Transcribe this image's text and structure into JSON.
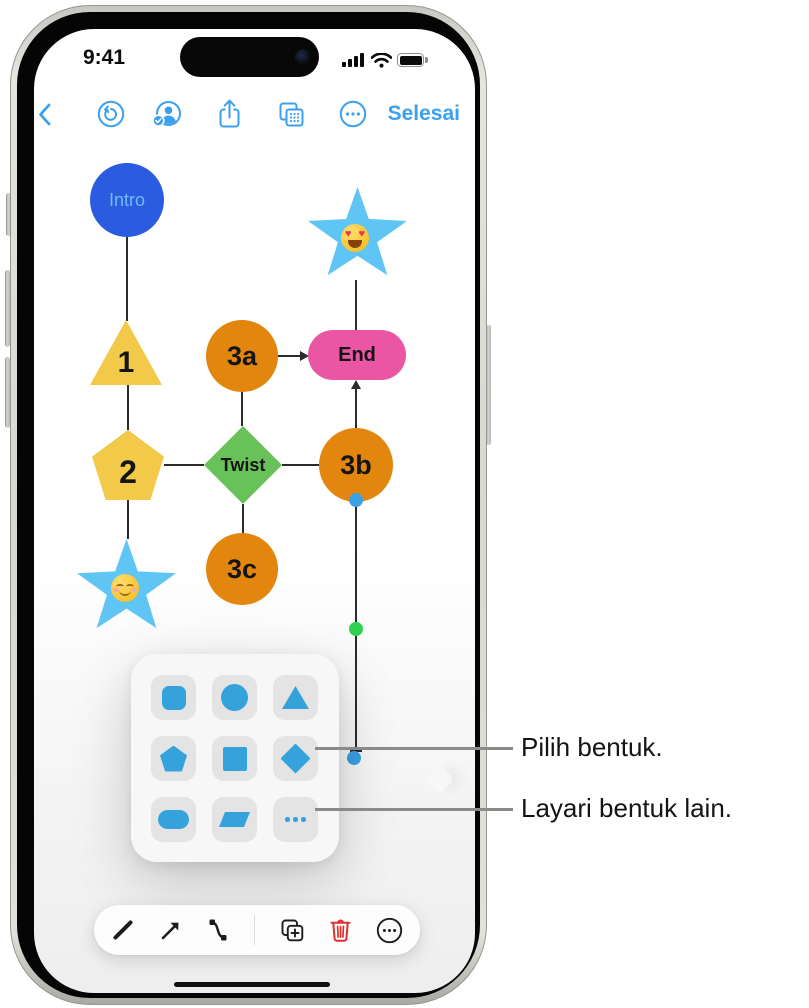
{
  "status_bar": {
    "time": "9:41"
  },
  "top_toolbar": {
    "tint_color": "#3BA1EF",
    "back_icon": "chevron-left",
    "undo_icon": "undo-arrow",
    "collaborate_icon": "person-checkmark",
    "share_icon": "share-square-arrow",
    "boards_icon": "duplicate-grid",
    "more_icon": "ellipsis-circle",
    "done_label": "Selesai"
  },
  "diagram": {
    "line_color": "#2b2b2b",
    "nodes": [
      {
        "label": "Intro",
        "shape": "circle",
        "fill": "#2A5BE0",
        "label_color": "#6FBCF4"
      },
      {
        "label": "",
        "emoji": "😍",
        "emoji_name": "heart-eyes",
        "shape": "star",
        "fill": "#5EC5F4"
      },
      {
        "label": "1",
        "shape": "triangle",
        "fill": "#F3C94A"
      },
      {
        "label": "3a",
        "shape": "circle",
        "fill": "#E2860D"
      },
      {
        "label": "End",
        "shape": "rounded-rectangle",
        "fill": "#EA55A4"
      },
      {
        "label": "2",
        "shape": "pentagon",
        "fill": "#F3C94A"
      },
      {
        "label": "Twist",
        "shape": "diamond",
        "fill": "#69C159"
      },
      {
        "label": "3b",
        "shape": "circle",
        "fill": "#E2860D"
      },
      {
        "label": "3c",
        "shape": "circle",
        "fill": "#E2860D"
      },
      {
        "label": "",
        "emoji": "☺️",
        "emoji_name": "smiling-face",
        "shape": "star",
        "fill": "#5EC5F4"
      }
    ],
    "connection_handles": {
      "endpoint_color": "#3B9FE0",
      "midpoint_color": "#2FD14E"
    }
  },
  "shape_picker": {
    "shape_color": "#36A2DB",
    "shapes": [
      "rounded-square",
      "circle",
      "triangle",
      "pentagon",
      "square",
      "diamond",
      "pill",
      "parallelogram",
      "more-shapes"
    ]
  },
  "callouts": [
    {
      "text": "Pilih bentuk."
    },
    {
      "text": "Layari bentuk lain."
    }
  ],
  "bottom_toolbar": {
    "tools": [
      "line",
      "arrow",
      "connector",
      "duplicate",
      "delete",
      "more"
    ],
    "delete_color": "#E0302E"
  }
}
